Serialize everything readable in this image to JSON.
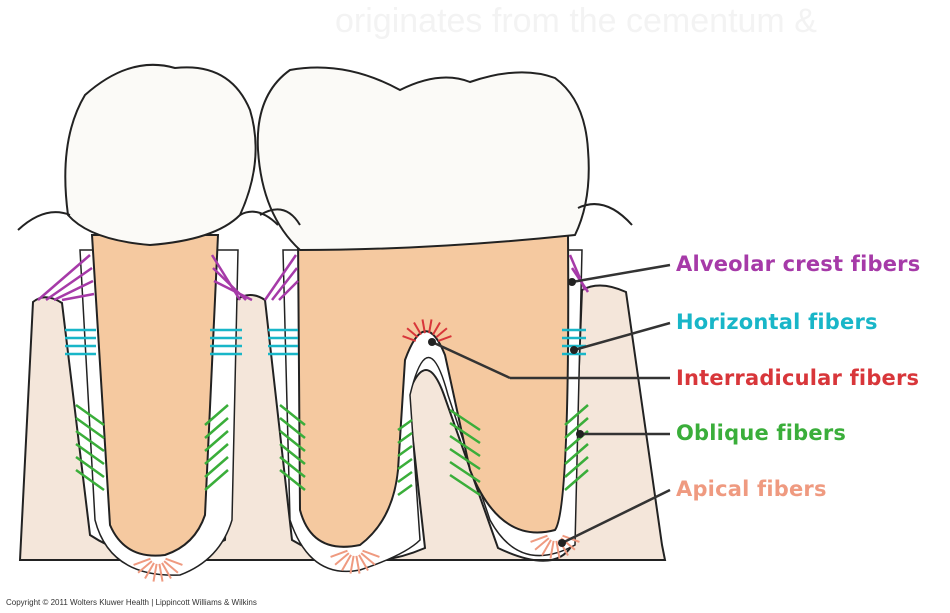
{
  "background_text": "originates from the cementum &",
  "labels": [
    {
      "text": "Alveolar crest fibers",
      "color": "#a63aa8"
    },
    {
      "text": "Horizontal fibers",
      "color": "#18b6c8"
    },
    {
      "text": "Interradicular fibers",
      "color": "#d8363a"
    },
    {
      "text": "Oblique fibers",
      "color": "#3aae3a"
    },
    {
      "text": "Apical fibers",
      "color": "#ef9a80"
    }
  ],
  "copyright": "Copyright © 2011 Wolters Kluwer Health | Lippincott Williams & Wilkins",
  "colors": {
    "bone": "#f4e6da",
    "root": "#f5c9a0",
    "enamel": "#fbfaf7",
    "outline": "#222222",
    "alveolar_crest": "#a63aa8",
    "horizontal": "#18b6c8",
    "interradicular": "#d8363a",
    "oblique": "#3aae3a",
    "apical": "#ef9a80"
  }
}
